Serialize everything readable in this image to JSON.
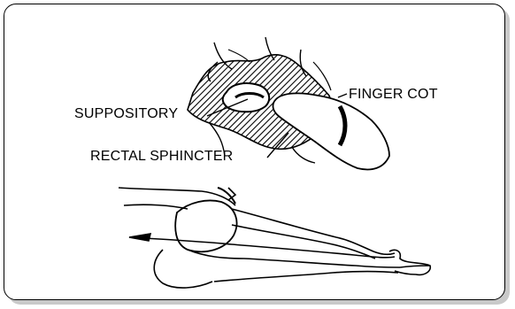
{
  "labels": {
    "suppository": "SUPPOSITORY",
    "finger_cot": "FINGER COT",
    "rectal_sphincter": "RECTAL SPHINCTER"
  }
}
